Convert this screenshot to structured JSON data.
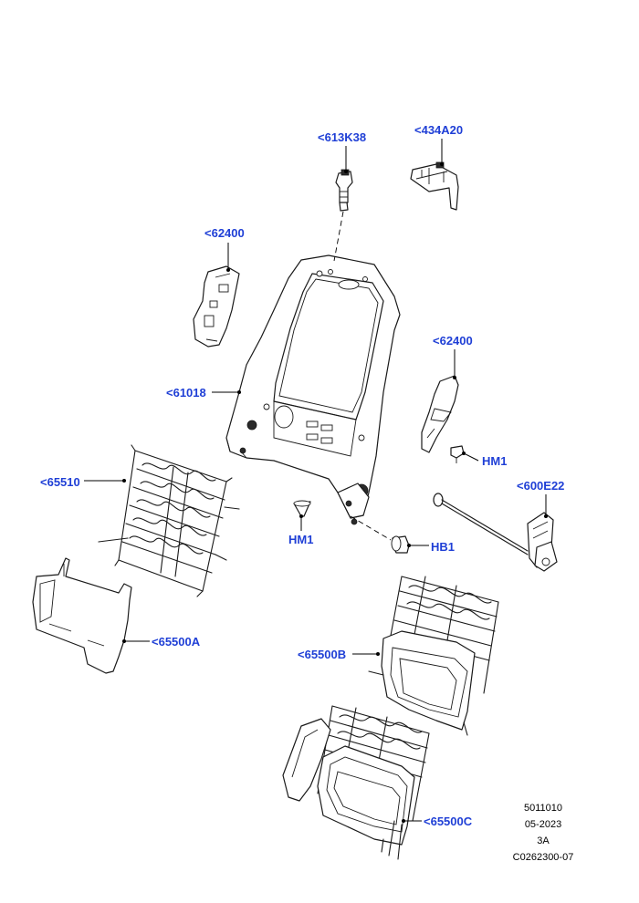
{
  "callouts": {
    "c613K38": "<613K38",
    "c434A20": "<434A20",
    "c62400_left": "<62400",
    "c62400_right": "<62400",
    "c61018": "<61018",
    "c65510": "<65510",
    "c600E22": "<600E22",
    "hm1_right": "HM1",
    "hm1_left": "HM1",
    "hb1": "HB1",
    "c65500A": "<65500A",
    "c65500B": "<65500B",
    "c65500C": "<65500C"
  },
  "reference": {
    "code": "5011010",
    "date": "05-2023",
    "rev": "3A",
    "drawing": "C0262300-07"
  },
  "colors": {
    "callout_text": "#1f3fd6",
    "line_art": "#1a1a1a"
  }
}
